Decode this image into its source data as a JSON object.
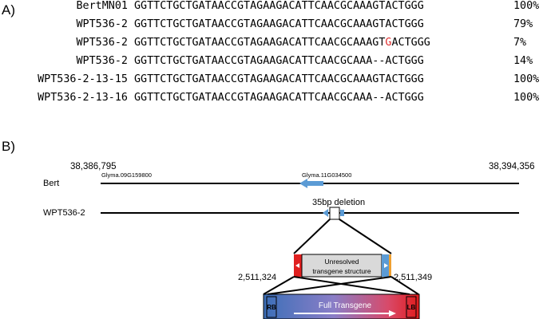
{
  "panel_a": {
    "label": "A)",
    "rows": [
      {
        "name": "BertMN01",
        "seq_pre": "GGTTCTGCTGATAACCGTAGAAGACATTCAACGCAAAGTACTGGG",
        "seq_mut": "",
        "seq_post": "",
        "pct": "100%"
      },
      {
        "name": "WPT536-2",
        "seq_pre": "GGTTCTGCTGATAACCGTAGAAGACATTCAACGCAAAGTACTGGG",
        "seq_mut": "",
        "seq_post": "",
        "pct": "79%"
      },
      {
        "name": "WPT536-2",
        "seq_pre": "GGTTCTGCTGATAACCGTAGAAGACATTCAACGCAAAGT",
        "seq_mut": "G",
        "seq_post": "ACTGGG",
        "pct": "7%"
      },
      {
        "name": "WPT536-2",
        "seq_pre": "GGTTCTGCTGATAACCGTAGAAGACATTCAACGCAAA--ACTGGG",
        "seq_mut": "",
        "seq_post": "",
        "pct": "14%"
      },
      {
        "name": "WPT536-2-13-15",
        "seq_pre": "GGTTCTGCTGATAACCGTAGAAGACATTCAACGCAAAGTACTGGG",
        "seq_mut": "",
        "seq_post": "",
        "pct": "100%"
      },
      {
        "name": "WPT536-2-13-16",
        "seq_pre": "GGTTCTGCTGATAACCGTAGAAGACATTCAACGCAAA--ACTGGG",
        "seq_mut": "",
        "seq_post": "",
        "pct": "100%"
      }
    ]
  },
  "panel_b": {
    "label": "B)",
    "coord_left": "38,386,795",
    "coord_right": "38,394,356",
    "gene_left": "Glyma.09G159800",
    "gene_mid": "Glyma.11G034500",
    "track_bert": "Bert",
    "track_wpt": "WPT536-2",
    "deletion": "35bp deletion",
    "unresolved": "Unresolved transgene structure",
    "insert_left": "2,511,324",
    "insert_right": "2,511,349",
    "rb_label": "RB",
    "lb_label": "LB",
    "full": "Full Transgene",
    "colors": {
      "arrow_blue": "#5b9bd5",
      "red": "#e02020",
      "grey": "#d9d9d9",
      "orange": "#f0a030"
    }
  }
}
